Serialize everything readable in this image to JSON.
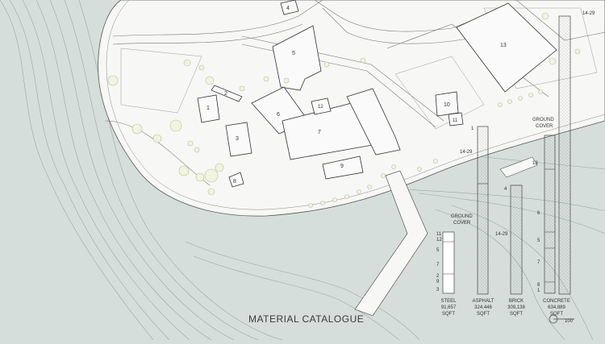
{
  "title": "MATERIAL CATALOGUE",
  "scale_label": "100'",
  "buildings": [
    "1",
    "2",
    "3",
    "4",
    "5",
    "6",
    "7",
    "8",
    "9",
    "10",
    "11",
    "12",
    "13"
  ],
  "bars": {
    "steel": {
      "name": "STEEL",
      "value": "91,657",
      "unit": "SQFT",
      "top_label": "GROUND\nCOVER",
      "ticks": [
        "11",
        "12",
        "5",
        "7",
        "2",
        "9",
        "3"
      ]
    },
    "asphalt": {
      "name": "ASPHALT",
      "value": "324,446",
      "unit": "SQFT",
      "top_label": "14-29",
      "ticks": [
        "1"
      ]
    },
    "brick": {
      "name": "BRICK",
      "value": "309,138",
      "unit": "SQFT",
      "top_label": "4",
      "ticks": [
        "14-29"
      ]
    },
    "concrete": {
      "name": "CONCRETE",
      "value": "634,889",
      "unit": "SQFT",
      "top_label": "GROUND\nCOVER",
      "ticks": [
        "6",
        "5",
        "7",
        "8",
        "1"
      ]
    },
    "tall": {
      "top_label": "14-29",
      "ticks": [
        "13"
      ]
    }
  }
}
